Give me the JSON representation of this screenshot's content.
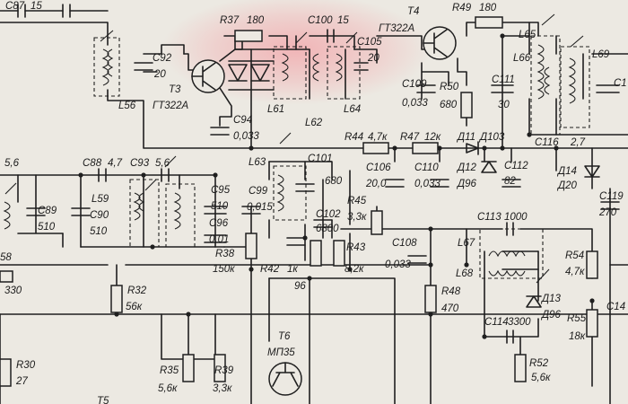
{
  "highlight_color": "#f2a3a8",
  "ink_color": "#1f1f1f",
  "paper_color": "#ece9e2",
  "labels": {
    "c87": "С87",
    "c87_val": "15",
    "r37": "R37",
    "r37_val": "180",
    "c100": "С100",
    "c100_val": "15",
    "t4": "Т4",
    "t4_type": "ГТ322А",
    "r49": "R49",
    "r49_val": "180",
    "c92": "С92",
    "c92_val": "20",
    "c105": "С105",
    "c105_val": "20",
    "l65": "L65",
    "l66": "L66",
    "l69": "L69",
    "t3": "Т3",
    "t3_type": "ГТ322А",
    "l56": "L56",
    "c109": "С109",
    "c109_val": "0,033",
    "r50": "R50",
    "r50_val": "680",
    "c111": "С111",
    "c111_val": "30",
    "c1_cut": "С1",
    "c94": "С94",
    "c94_val": "0,033",
    "l61": "L61",
    "l62": "L62",
    "l64": "L64",
    "r44": "R44",
    "r44_val": "4,7к",
    "r47": "R47",
    "r47_val": "12к",
    "d11": "Д11",
    "d103": "Д103",
    "c116": "С116",
    "c116_val": "2,7",
    "v56": "5,6",
    "c88": "С88",
    "c88_val": "4,7",
    "c93": "С93",
    "c93_val": "5,6",
    "l63": "L63",
    "c101": "С101",
    "c106": "С106",
    "c106_val": "20,0",
    "c110": "С110",
    "c110_val": "0,033",
    "d12": "Д12",
    "d12_type": "Д96",
    "c112": "С112",
    "c112_val": "82",
    "d14": "Д14",
    "d14_type": "Д20",
    "l59": "L59",
    "c95": "С95",
    "c95_val": "510",
    "c99": "С99",
    "c99_val": "0,015",
    "v680": "680",
    "c119": "С119",
    "c119_val": "270",
    "c89": "С89",
    "c89_val": "510",
    "c90": "С90",
    "c90_val": "510",
    "c96": "С96",
    "c96_val": "0,01",
    "r45": "R45",
    "r45_val": "3,3к",
    "c102": "С102",
    "c102_val": "6800",
    "c113": "С113",
    "c113_val": "1000",
    "l67": "L67",
    "c108": "С108",
    "c108_val": "0,033",
    "v58": "58",
    "r38": "R38",
    "r38_val": "150к",
    "r43": "R43",
    "r43_val": "8,2к",
    "r54": "R54",
    "r54_val": "4,7к",
    "r42": "R42",
    "r42_val": "1к",
    "v96": "96",
    "l68": "L68",
    "d13": "Д13",
    "d13_type": "Д96",
    "v330": "330",
    "r32": "R32",
    "r32_val": "56к",
    "r48": "R48",
    "r48_val": "470",
    "c114": "С114",
    "c114_val": "3300",
    "c14_cut": "С14",
    "r55": "R55",
    "r55_val": "18к",
    "t6": "Т6",
    "t6_type": "МП35",
    "r30": "R30",
    "r30_val": "27",
    "r35": "R35",
    "r35_val": "5,6к",
    "r39": "R39",
    "r39_val": "3,3к",
    "r52": "R52",
    "r52_val": "5,6к",
    "t5_cut": "Т5"
  }
}
